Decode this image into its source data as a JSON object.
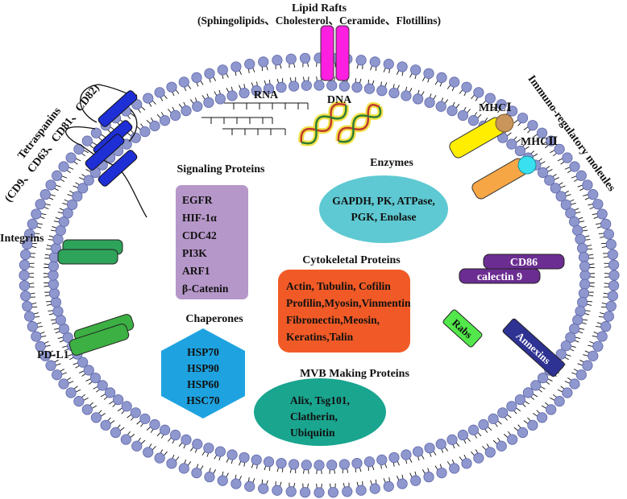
{
  "lipid_rafts": {
    "title": "Lipid Rafts",
    "components": "(Sphingolipids、Cholesterol、Ceramide、Flotillins)"
  },
  "tetraspanins": {
    "title": "Tetraspanins",
    "components": "(CD9、CD63、CD81、CD82)"
  },
  "immuno_regulatory": {
    "title": "Immuno-regulatory moleules"
  },
  "membrane_proteins": {
    "integrins": "Integrins",
    "pd_l1": "PD-L1",
    "mhc1": "MHCⅠ",
    "mhc2": "MHCⅡ",
    "cd86": "CD86",
    "calectin9": "calectin 9",
    "annexins": "Annexins",
    "rabs": "Rabs"
  },
  "nucleic_acids": {
    "rna": "RNA",
    "dna": "DNA"
  },
  "signaling": {
    "title": "Signaling Proteins",
    "items": [
      "EGFR",
      "HIF-1α",
      "CDC42",
      "PI3K",
      "ARF1",
      "β-Catenin"
    ]
  },
  "enzymes": {
    "title": "Enzymes",
    "lines": [
      "GAPDH, PK, ATPase,",
      "PGK, Enolase"
    ]
  },
  "cytoskeletal": {
    "title": "Cytokeletal Proteins",
    "lines": [
      "Actin, Tubulin, Cofilin",
      "Profilin,Myosin,Vinmentin",
      "Fibronectin,Meosin,",
      "Keratins,Talin"
    ]
  },
  "chaperones": {
    "title": "Chaperones",
    "items": [
      "HSP70",
      "HSP90",
      "HSP60",
      "HSC70"
    ]
  },
  "mvb": {
    "title": "MVB Making Proteins",
    "lines": [
      "Alix, Tsg101,",
      "Clatherin,",
      "Ubiquitin"
    ]
  },
  "colors": {
    "head": "#8f97cf",
    "head_stroke": "#5d66a6",
    "lipid_raft": "#ff1fe0",
    "tetraspanin": "#1f2fd6",
    "integrin": "#2ea35a",
    "pd_l1": "#3cb043",
    "mhc1": "#ffee00",
    "mhc1_cap": "#c9955a",
    "mhc2": "#f7a646",
    "mhc2_cap": "#38e0f0",
    "cd86": "#6b2d91",
    "annexin": "#2e3292",
    "rabs": "#52e84b",
    "signaling_box": "#b697c9",
    "enzymes_ellipse": "#5ec9d2",
    "cytoskeletal_box": "#f15a26",
    "chaperones_hex": "#1ea3e0",
    "mvb_ellipse": "#1aa58f"
  }
}
